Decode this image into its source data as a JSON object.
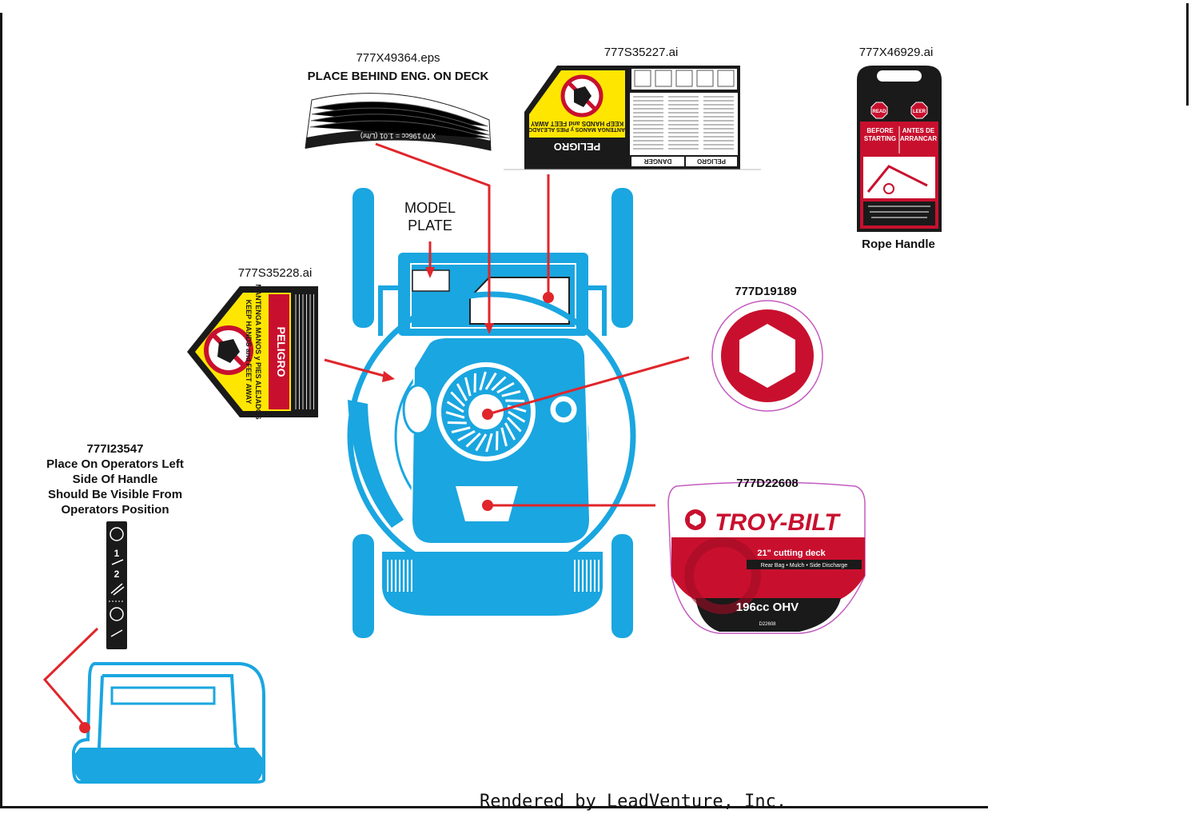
{
  "labels": {
    "part_49364_code": "777X49364.eps",
    "part_49364_note": "PLACE BEHIND ENG. ON DECK",
    "part_35227_code": "777S35227.ai",
    "part_46929_code": "777X46929.ai",
    "part_46929_note": "Rope Handle",
    "part_35228_code": "777S35228.ai",
    "part_19189_code": "777D19189",
    "part_22608_code": "777D22608",
    "part_23547_code": "777I23547",
    "part_23547_note_1": "Place On Operators Left",
    "part_23547_note_2": "Side Of Handle",
    "part_23547_note_3": "Should Be Visible From",
    "part_23547_note_4": "Operators Position",
    "model_plate_1": "MODEL",
    "model_plate_2": "PLATE"
  },
  "decals": {
    "danger_label_en": "DANGER",
    "danger_label_es": "PELIGRO",
    "keep_hands_en": "KEEP HANDS and FEET AWAY",
    "keep_hands_es": "MANTENGA MANOS y PIES ALEJADOS",
    "fuel_text": "X70 196cc = 1.01 (L/hr)",
    "tag_read": "READ",
    "tag_leer": "LEER",
    "tag_before_1": "BEFORE",
    "tag_before_2": "STARTING",
    "tag_antes_1": "ANTES DE",
    "tag_antes_2": "ARRANCAR",
    "brand": "TROY-BILT",
    "deck_size": "21\" cutting deck",
    "deck_modes": "Rear Bag • Mulch • Side Discharge",
    "engine": "196cc OHV",
    "engine_code": "D22608",
    "strip_1": "1",
    "strip_2": "2"
  },
  "colors": {
    "mower_blue": "#1aa6e0",
    "leader_red": "#e0262b",
    "brand_red": "#c8102e",
    "danger_yellow": "#ffe600",
    "decal_black": "#1a1a1a"
  },
  "footer": "Rendered by LeadVenture, Inc."
}
